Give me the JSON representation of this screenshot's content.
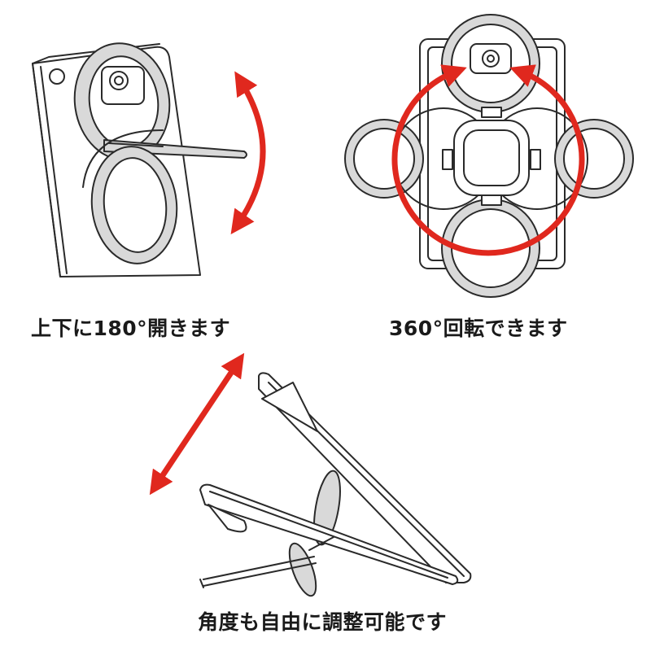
{
  "captions": {
    "rotate_vertical": "上下に180°開きます",
    "rotate_360": "360°回転できます",
    "angle_adjust": "角度も自由に調整可能です"
  },
  "colors": {
    "line": "#2a2a2a",
    "ring_fill": "#d9d9d9",
    "accent_red": "#e0281e"
  },
  "illustrations": {
    "top_left": "tablet-side-view-ring-flip",
    "top_right": "tablet-back-ring-rotation",
    "bottom": "tablet-stand-angle"
  }
}
